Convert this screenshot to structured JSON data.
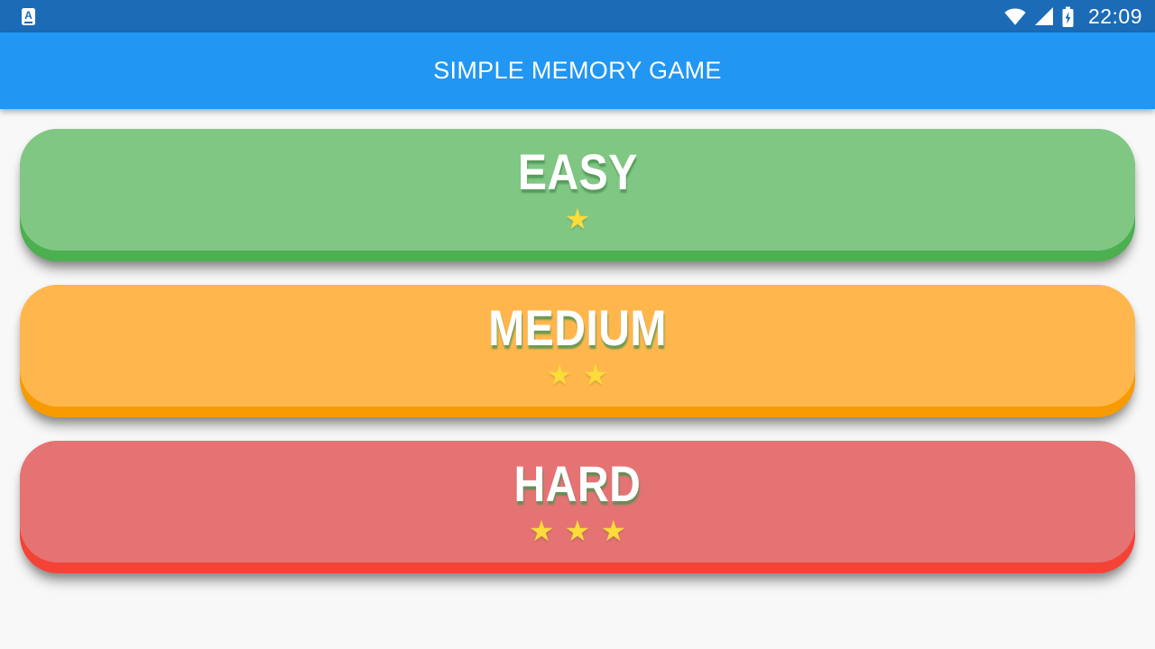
{
  "status_bar": {
    "background": "#1B6BB7",
    "time": "22:09",
    "app_icon": {
      "letter": "A"
    },
    "right_icons": [
      "wifi",
      "cellular-signal",
      "battery-charging"
    ]
  },
  "app_bar": {
    "background": "#2196F3",
    "title": "SIMPLE MEMORY GAME"
  },
  "page": {
    "background": "#F8F8F8"
  },
  "star_color": "#FBDC3A",
  "buttons": [
    {
      "id": "easy",
      "label": "EASY",
      "star_count": 1,
      "stars": "★",
      "surface_color": "#81C784",
      "base_color": "#4CAF50"
    },
    {
      "id": "medium",
      "label": "MEDIUM",
      "star_count": 2,
      "stars": "★ ★",
      "surface_color": "#FFB74D",
      "base_color": "#F79B00"
    },
    {
      "id": "hard",
      "label": "HARD",
      "star_count": 3,
      "stars": "★ ★ ★",
      "surface_color": "#E57373",
      "base_color": "#F44336"
    }
  ]
}
